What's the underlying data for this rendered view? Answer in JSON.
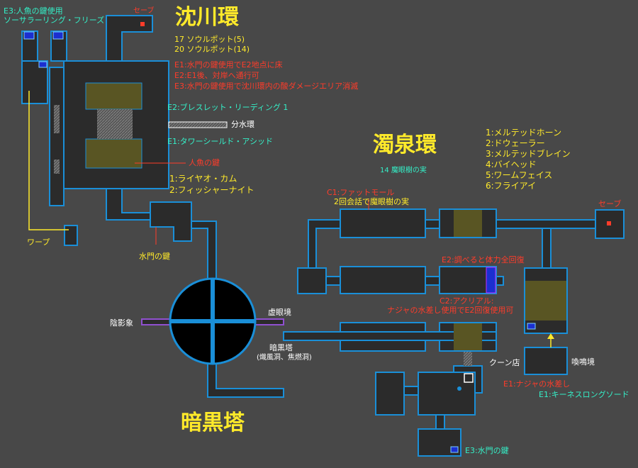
{
  "areas": {
    "chinsen": "沈川環",
    "dakusen": "濁泉環",
    "ankoku": "暗黒塔"
  },
  "top_left": {
    "line1": "E3:人魚の鍵使用",
    "line2": "ソーサラーリング・フリーズ"
  },
  "chinsen_info": {
    "save": "セーブ",
    "soul1": "17 ソウルポット(5)",
    "soul2": "20 ソウルポット(14)",
    "e1_note": "E1:水門の鍵使用でE2地点に床",
    "e2_note": "E2:E1後、対岸へ通行可",
    "e3_note": "E3:水門の鍵使用で沈川環内の酸ダメージエリア消滅",
    "e2_bracelet": "E2:ブレスレット・リーディング 1",
    "bunsuikan": "分水環",
    "e1_shield": "E1:タワーシールド・アシッド",
    "mermaid_key": "人魚の鍵",
    "enemy1": "1:ライヤオ・カム",
    "enemy2": "2:フィッシャーナイト",
    "warp": "ワープ",
    "water_gate_key": "水門の鍵"
  },
  "dakusen_info": {
    "fruit": "14 魔眼樹の実",
    "c1_line1": "C1:ファットモール",
    "c1_line2": "2回会話で魔眼樹の実",
    "enemies": [
      "1:メルテッドホーン",
      "2:ドウェーラー",
      "3:メルテッドブレイン",
      "4:バイヘッド",
      "5:ワームフェイス",
      "6:フライアイ"
    ],
    "save": "セーブ",
    "e2_heal": "E2:調べると体力全回復",
    "c2_line1": "C2:アクリアル:",
    "c2_line2": "ナジャの水差し使用でE2回復使用可",
    "kuun": "クーン店",
    "kanmei": "喚鳴境",
    "e1_naja": "E1:ナジャの水差し",
    "e1_sword": "E1:キーネスロングソード"
  },
  "ankoku_info": {
    "kyogan": "虚眼境",
    "inei": "陰影象",
    "tower": "暗黒塔",
    "tower_sub": "(熾風洞、焦燃洞)",
    "e3_key": "E3:水門の鍵"
  }
}
